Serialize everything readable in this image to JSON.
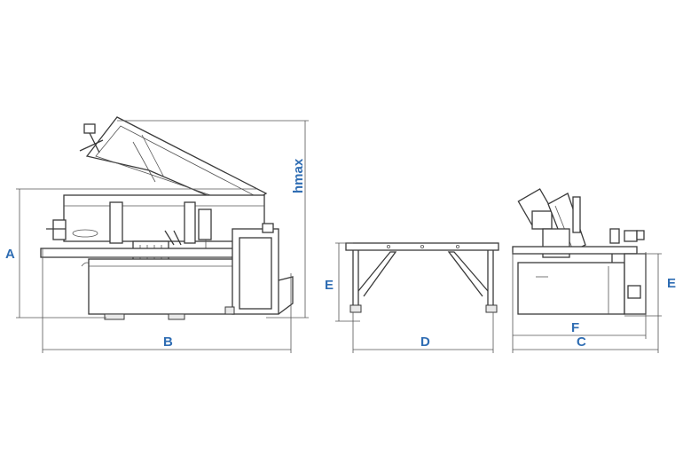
{
  "labels": {
    "A": "A",
    "B": "B",
    "hmax": "hmax",
    "E_left": "E",
    "D": "D",
    "E_right": "E",
    "F": "F",
    "C": "C"
  },
  "colors": {
    "label": "#2f6db3",
    "line": "#3a3a3a"
  }
}
